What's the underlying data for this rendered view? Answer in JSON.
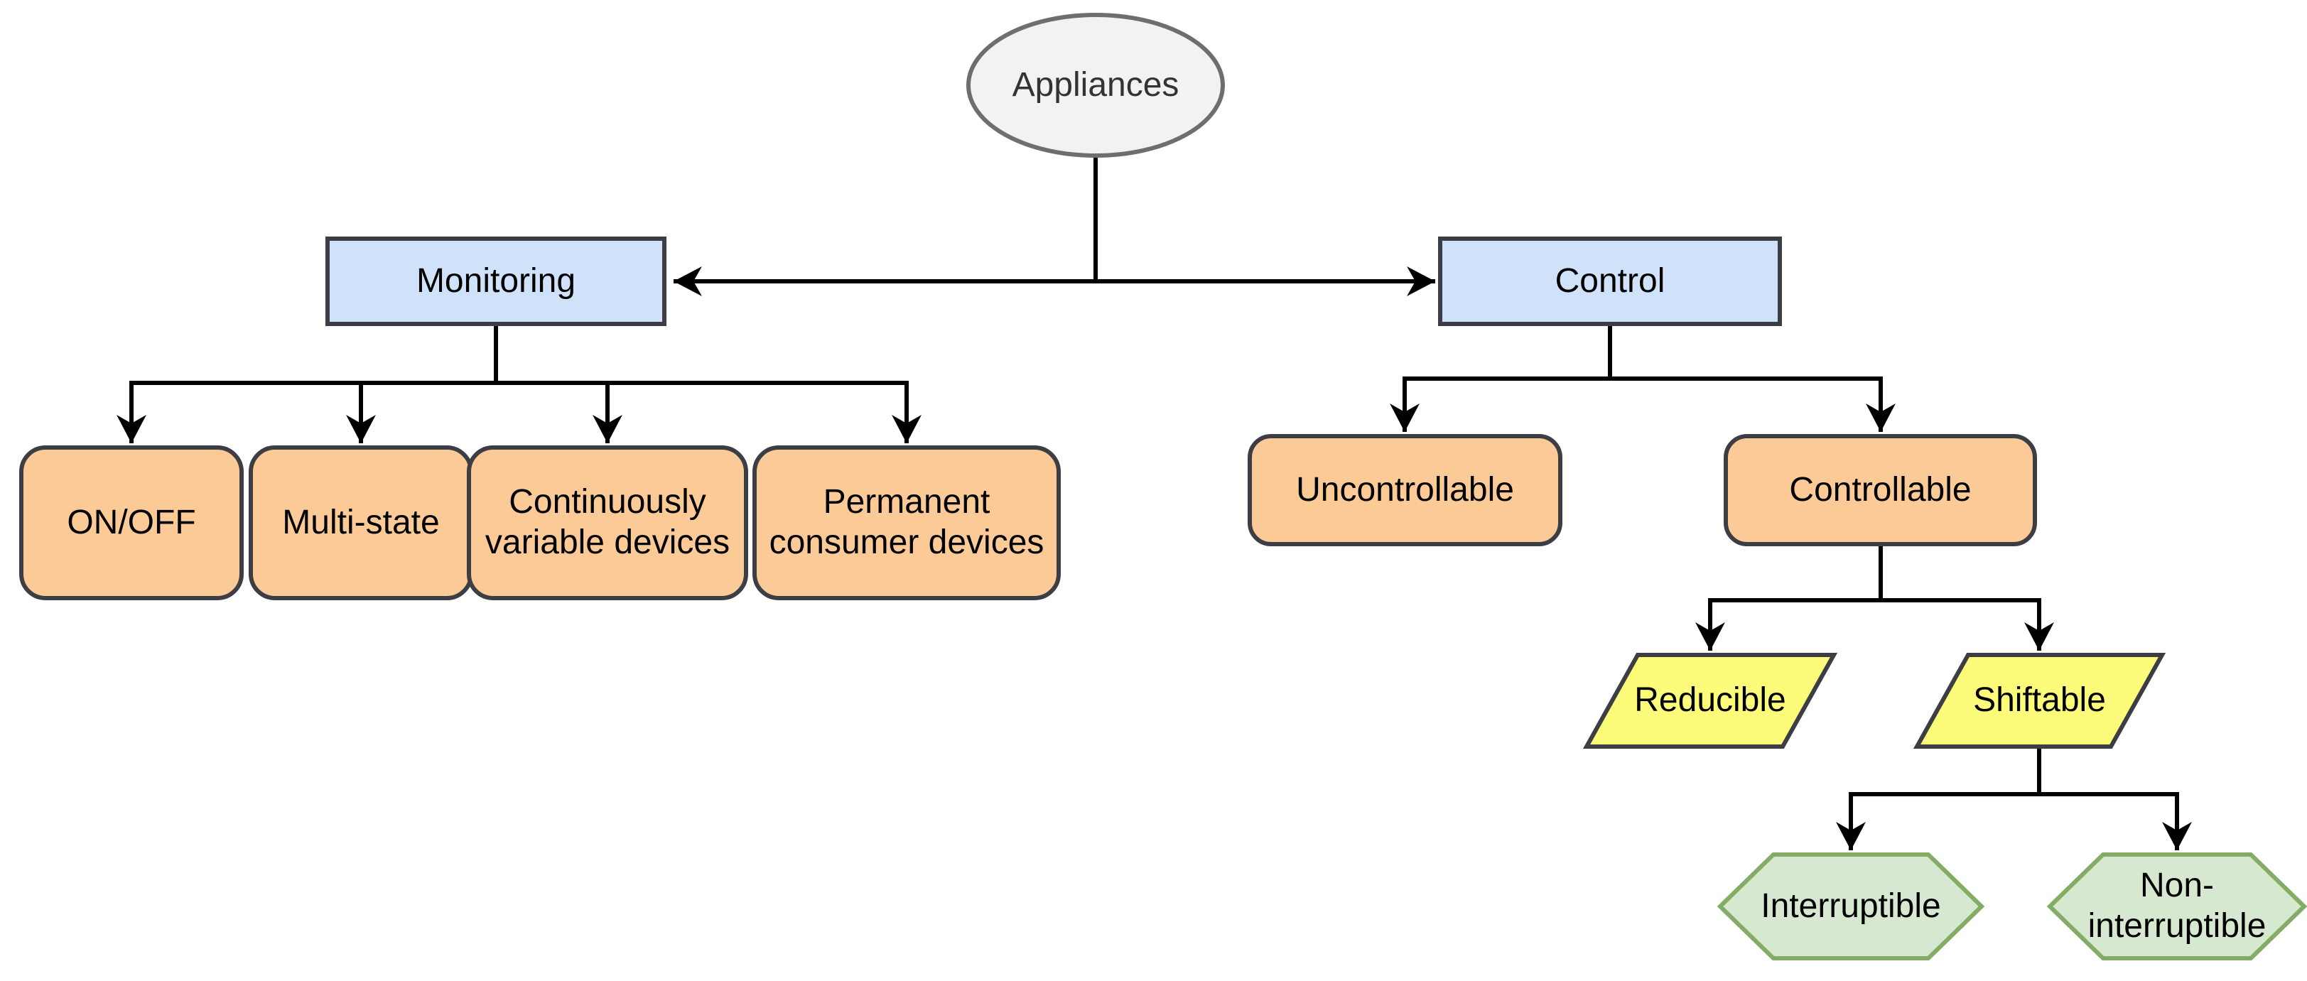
{
  "diagram": {
    "root": {
      "label": "Appliances"
    },
    "level1": [
      {
        "label": "Monitoring"
      },
      {
        "label": "Control"
      }
    ],
    "monitoring_types": [
      {
        "label": "ON/OFF"
      },
      {
        "label": "Multi-state"
      },
      {
        "label": "Continuously\nvariable devices"
      },
      {
        "label": "Permanent\nconsumer devices"
      }
    ],
    "control_types": [
      {
        "label": "Uncontrollable"
      },
      {
        "label": "Controllable"
      }
    ],
    "controllable_types": [
      {
        "label": "Reducible"
      },
      {
        "label": "Shiftable"
      }
    ],
    "shiftable_types": [
      {
        "label": "Interruptible"
      },
      {
        "label": "Non-\ninterruptible"
      }
    ],
    "colors": {
      "background": "#ffffff",
      "root_fill": "#f2f2f2",
      "root_border": "#6e6e6e",
      "level1_fill": "#cfe2fa",
      "category_fill": "#fbca97",
      "reducible_shiftable_fill": "#fcfc7a",
      "hexagon_fill": "#d7e8d1",
      "hexagon_border": "#83ad64",
      "node_border": "#3d3d46",
      "line_color": "#000000",
      "text_color": "#000000"
    }
  }
}
